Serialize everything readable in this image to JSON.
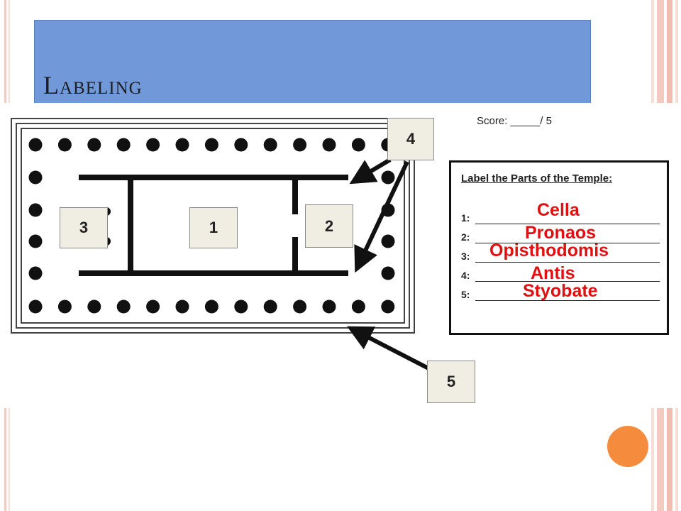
{
  "slide": {
    "title": "Labeling"
  },
  "diagram": {
    "labels": [
      "1",
      "2",
      "3",
      "4",
      "5"
    ],
    "score_text": "Score: _____/ 5",
    "key_title": "Label the Parts of the Temple:",
    "key_numbers": [
      "1:",
      "2:",
      "3:",
      "4:",
      "5:"
    ],
    "answers": [
      "Cella",
      "Pronaos",
      "Opisthodomis",
      "Antis",
      "Styobate"
    ]
  },
  "colors": {
    "title_bar": "#7199d9",
    "answer_text": "#e01010",
    "accent_dot": "#f58b3c",
    "stripe": "#f4c9bf"
  }
}
